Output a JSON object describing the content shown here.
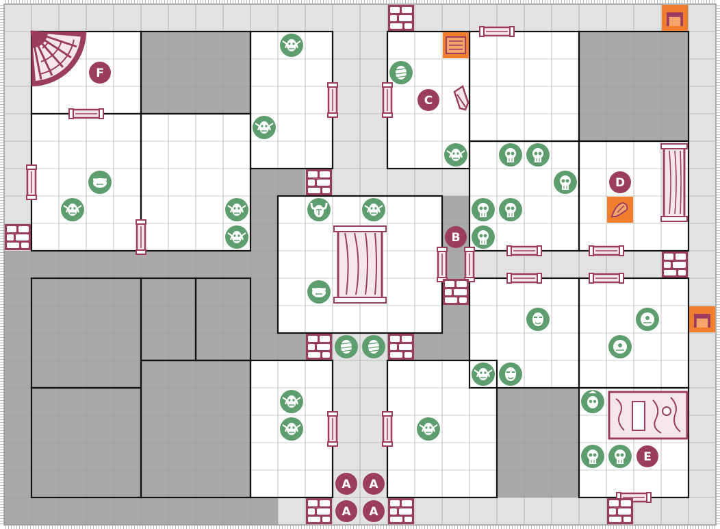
{
  "title": "",
  "board": {
    "columns": 26,
    "rows": 19,
    "colors": {
      "corridor": "#e2e2e2",
      "room": "#ffffff",
      "solid": "#a9a9a9",
      "grid_line": "#9a9a9a",
      "wall": "#111111",
      "accent": "#9a3d5e",
      "accent_fill": "#f4e6ec",
      "monster": "#5e9e6e",
      "orange": "#f07f2d"
    }
  },
  "letter_markers": [
    {
      "id": "A1",
      "label": "A",
      "col": 12,
      "row": 17
    },
    {
      "id": "A2",
      "label": "A",
      "col": 13,
      "row": 17
    },
    {
      "id": "A3",
      "label": "A",
      "col": 12,
      "row": 18
    },
    {
      "id": "A4",
      "label": "A",
      "col": 13,
      "row": 18
    },
    {
      "id": "B",
      "label": "B",
      "col": 16,
      "row": 8
    },
    {
      "id": "C",
      "label": "C",
      "col": 15,
      "row": 3
    },
    {
      "id": "D",
      "label": "D",
      "col": 22,
      "row": 6
    },
    {
      "id": "E",
      "label": "E",
      "col": 23,
      "row": 16
    },
    {
      "id": "F",
      "label": "F",
      "col": 3,
      "row": 2
    }
  ],
  "monsters": [
    {
      "type": "orc",
      "col": 10,
      "row": 1
    },
    {
      "type": "mummy",
      "col": 14,
      "row": 2
    },
    {
      "type": "orc",
      "col": 9,
      "row": 4
    },
    {
      "type": "orc",
      "col": 16,
      "row": 5
    },
    {
      "type": "goblin",
      "col": 3,
      "row": 6
    },
    {
      "type": "orc",
      "col": 2,
      "row": 7
    },
    {
      "type": "orc",
      "col": 8,
      "row": 7
    },
    {
      "type": "orc",
      "col": 8,
      "row": 8
    },
    {
      "type": "chaos-warrior",
      "col": 11,
      "row": 7
    },
    {
      "type": "orc",
      "col": 13,
      "row": 7
    },
    {
      "type": "goblin",
      "col": 11,
      "row": 10
    },
    {
      "type": "skeleton",
      "col": 18,
      "row": 5
    },
    {
      "type": "skeleton",
      "col": 19,
      "row": 5
    },
    {
      "type": "skeleton",
      "col": 20,
      "row": 6
    },
    {
      "type": "skeleton",
      "col": 17,
      "row": 7
    },
    {
      "type": "skeleton",
      "col": 18,
      "row": 7
    },
    {
      "type": "skeleton",
      "col": 17,
      "row": 8
    },
    {
      "type": "zombie",
      "col": 19,
      "row": 11
    },
    {
      "type": "fimir",
      "col": 23,
      "row": 11
    },
    {
      "type": "fimir",
      "col": 22,
      "row": 12
    },
    {
      "type": "mummy",
      "col": 12,
      "row": 12
    },
    {
      "type": "mummy",
      "col": 13,
      "row": 12
    },
    {
      "type": "orc",
      "col": 17,
      "row": 13
    },
    {
      "type": "zombie",
      "col": 18,
      "row": 13
    },
    {
      "type": "orc",
      "col": 10,
      "row": 14
    },
    {
      "type": "orc",
      "col": 10,
      "row": 15
    },
    {
      "type": "orc",
      "col": 15,
      "row": 15
    },
    {
      "type": "dread-warrior",
      "col": 21,
      "row": 14
    },
    {
      "type": "skeleton",
      "col": 21,
      "row": 16
    },
    {
      "type": "skeleton",
      "col": 22,
      "row": 16
    }
  ],
  "doors": [
    {
      "col": 3,
      "row": 4,
      "side": "top"
    },
    {
      "col": 1,
      "row": 6,
      "side": "left"
    },
    {
      "col": 5,
      "row": 8,
      "side": "left"
    },
    {
      "col": 12,
      "row": 3,
      "side": "left"
    },
    {
      "col": 14,
      "row": 3,
      "side": "left"
    },
    {
      "col": 18,
      "row": 1,
      "side": "top"
    },
    {
      "col": 19,
      "row": 9,
      "side": "top"
    },
    {
      "col": 22,
      "row": 9,
      "side": "top"
    },
    {
      "col": 19,
      "row": 10,
      "side": "top"
    },
    {
      "col": 22,
      "row": 10,
      "side": "top"
    },
    {
      "col": 12,
      "row": 15,
      "side": "left"
    },
    {
      "col": 14,
      "row": 15,
      "side": "left"
    },
    {
      "col": 23,
      "row": 18,
      "side": "top"
    },
    {
      "col": 16,
      "row": 9,
      "side": "left"
    },
    {
      "col": 17,
      "row": 9,
      "side": "left"
    }
  ],
  "rubble": [
    {
      "col": 14,
      "row": 0
    },
    {
      "col": 0,
      "row": 8
    },
    {
      "col": 11,
      "row": 6
    },
    {
      "col": 16,
      "row": 10
    },
    {
      "col": 24,
      "row": 9
    },
    {
      "col": 11,
      "row": 12
    },
    {
      "col": 14,
      "row": 12
    },
    {
      "col": 11,
      "row": 18
    },
    {
      "col": 14,
      "row": 18
    },
    {
      "col": 22,
      "row": 18
    }
  ],
  "furniture": [
    {
      "type": "throne-stair",
      "col": 1,
      "row": 1,
      "w": 2,
      "h": 2
    },
    {
      "type": "table",
      "col": 12,
      "row": 8,
      "w": 2,
      "h": 3
    },
    {
      "type": "bookcase",
      "col": 24,
      "row": 5,
      "w": 1,
      "h": 3
    },
    {
      "type": "weapons-rack",
      "col": 16,
      "row": 3,
      "w": 1,
      "h": 1
    },
    {
      "type": "alchemist-bench",
      "col": 22,
      "row": 14,
      "w": 3,
      "h": 2
    }
  ],
  "orange_tiles": [
    {
      "type": "stairs-marker",
      "col": 24,
      "row": 0
    },
    {
      "type": "scroll-marker",
      "col": 16,
      "row": 1
    },
    {
      "type": "spell-marker",
      "col": 22,
      "row": 7
    },
    {
      "type": "stairs-marker",
      "col": 25,
      "row": 11
    }
  ]
}
